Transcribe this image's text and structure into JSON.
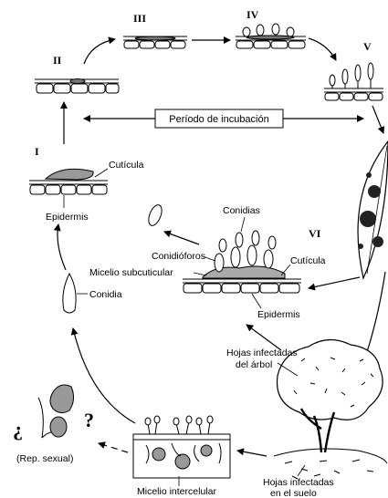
{
  "stages": {
    "i": "I",
    "ii": "II",
    "iii": "III",
    "iv": "IV",
    "v": "V",
    "vi": "VI"
  },
  "incubation_label": "Período de incubación",
  "labels": {
    "cuticula_1": "Cutícula",
    "epidermis_1": "Epidermis",
    "conidias": "Conidias",
    "conidioforos": "Conidióforos",
    "cuticula_2": "Cutícula",
    "micelio_subcuticular": "Micelio subcuticular",
    "conidia": "Conidia",
    "epidermis_2": "Epidermis",
    "hojas_arbol_1": "Hojas infectadas",
    "hojas_arbol_2": "del árbol",
    "hojas_suelo_1": "Hojas infectadas",
    "hojas_suelo_2": "en el suelo",
    "micelio_intercelular": "Micelio intercelular",
    "rep_sexual": "(Rep. sexual)",
    "q_open": "¿",
    "q_close": "?"
  }
}
